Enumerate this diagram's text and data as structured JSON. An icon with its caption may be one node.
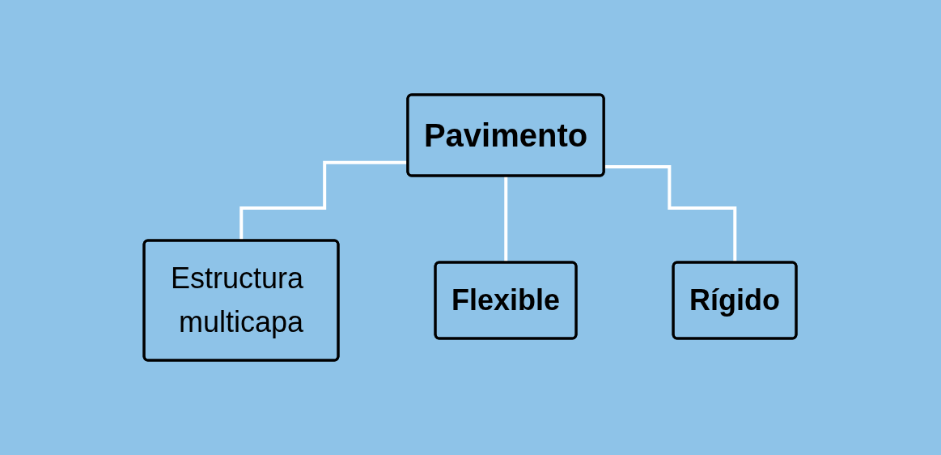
{
  "diagram": {
    "nodes": [
      {
        "text": [
          "Pavimento"
        ]
      },
      {
        "text": [
          "Estructura multicapa"
        ]
      },
      {
        "text": [
          "Flexible"
        ]
      },
      {
        "text": [
          "Rígido"
        ]
      }
    ],
    "edges": [
      {
        "from": 0,
        "to": 1,
        "arrow": "none"
      },
      {
        "from": 0,
        "to": 2,
        "arrow": "none"
      },
      {
        "from": 0,
        "to": 3,
        "arrow": "none"
      }
    ]
  }
}
